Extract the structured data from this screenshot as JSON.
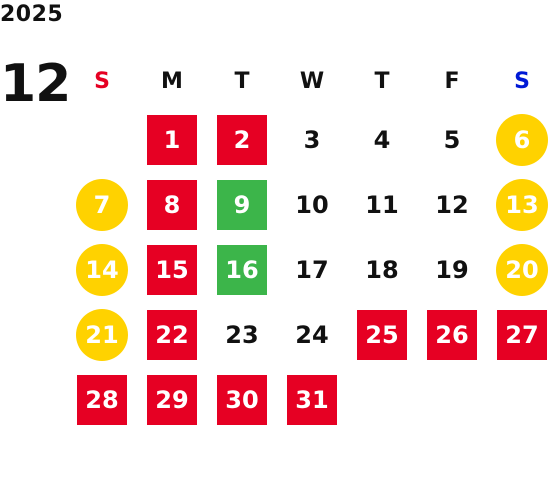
{
  "calendar": {
    "year": "2025",
    "month": "12",
    "colors": {
      "sunday_header": "#e60023",
      "saturday_header": "#0019d6",
      "red_day": "#e60023",
      "green_day": "#3cb54a",
      "yellow_day": "#ffd200"
    },
    "weekdays": [
      "S",
      "M",
      "T",
      "W",
      "T",
      "F",
      "S"
    ],
    "weeks": [
      [
        {
          "day": "",
          "style": "blank"
        },
        {
          "day": "1",
          "style": "red"
        },
        {
          "day": "2",
          "style": "red"
        },
        {
          "day": "3",
          "style": "plain"
        },
        {
          "day": "4",
          "style": "plain"
        },
        {
          "day": "5",
          "style": "plain"
        },
        {
          "day": "6",
          "style": "yellow"
        }
      ],
      [
        {
          "day": "7",
          "style": "yellow"
        },
        {
          "day": "8",
          "style": "red"
        },
        {
          "day": "9",
          "style": "green"
        },
        {
          "day": "10",
          "style": "plain"
        },
        {
          "day": "11",
          "style": "plain"
        },
        {
          "day": "12",
          "style": "plain"
        },
        {
          "day": "13",
          "style": "yellow"
        }
      ],
      [
        {
          "day": "14",
          "style": "yellow"
        },
        {
          "day": "15",
          "style": "red"
        },
        {
          "day": "16",
          "style": "green"
        },
        {
          "day": "17",
          "style": "plain"
        },
        {
          "day": "18",
          "style": "plain"
        },
        {
          "day": "19",
          "style": "plain"
        },
        {
          "day": "20",
          "style": "yellow"
        }
      ],
      [
        {
          "day": "21",
          "style": "yellow"
        },
        {
          "day": "22",
          "style": "red"
        },
        {
          "day": "23",
          "style": "plain"
        },
        {
          "day": "24",
          "style": "plain"
        },
        {
          "day": "25",
          "style": "red"
        },
        {
          "day": "26",
          "style": "red"
        },
        {
          "day": "27",
          "style": "red"
        }
      ],
      [
        {
          "day": "28",
          "style": "red"
        },
        {
          "day": "29",
          "style": "red"
        },
        {
          "day": "30",
          "style": "red"
        },
        {
          "day": "31",
          "style": "red"
        },
        {
          "day": "",
          "style": "blank"
        },
        {
          "day": "",
          "style": "blank"
        },
        {
          "day": "",
          "style": "blank"
        }
      ]
    ]
  }
}
